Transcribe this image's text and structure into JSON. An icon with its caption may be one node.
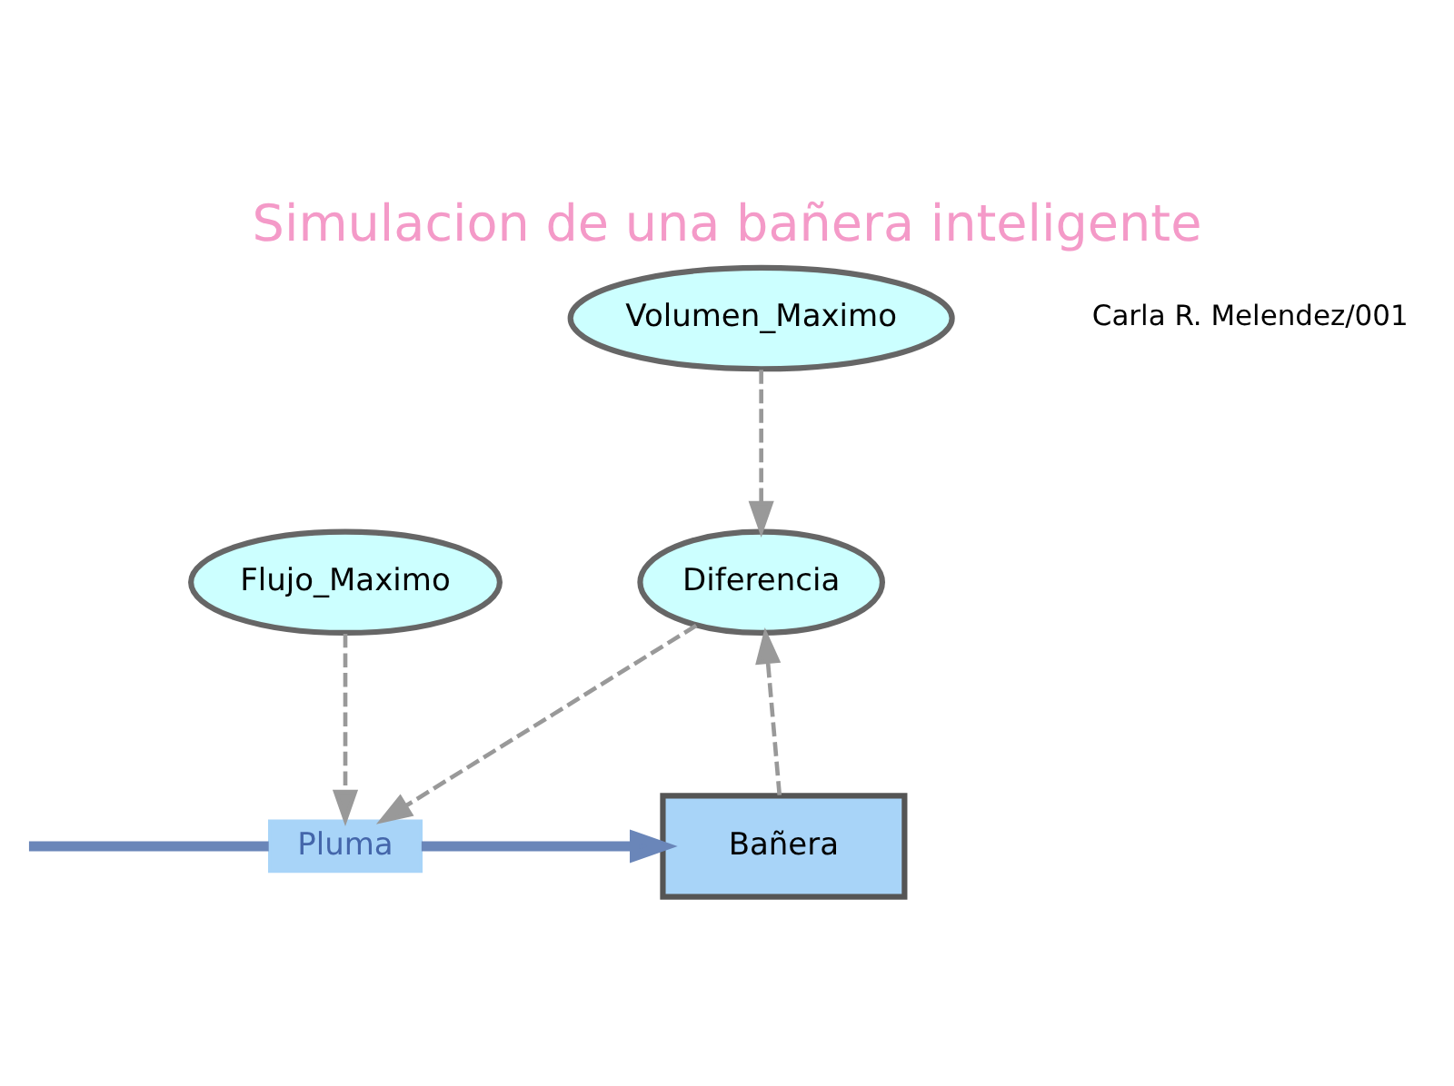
{
  "diagram": {
    "title": "Simulacion de una bañera inteligente",
    "nodes": [
      {
        "text": [
          "Volumen_Maximo"
        ]
      },
      {
        "text": [
          "Flujo_Maximo"
        ]
      },
      {
        "text": [
          "Diferencia"
        ]
      },
      {
        "text": [
          "Pluma"
        ]
      },
      {
        "text": [
          "Bañera"
        ]
      }
    ],
    "edges": [
      {
        "from": 0,
        "to": 2,
        "arrow": "to",
        "style": "dashed"
      },
      {
        "from": 1,
        "to": 3,
        "arrow": "to",
        "style": "dashed"
      },
      {
        "from": 2,
        "to": 3,
        "arrow": "to",
        "style": "dashed"
      },
      {
        "from": 4,
        "to": 2,
        "arrow": "to",
        "style": "dashed"
      },
      {
        "from": null,
        "to": 3,
        "arrow": "none",
        "style": "thick",
        "color": "#6a86b9"
      },
      {
        "from": 3,
        "to": 4,
        "arrow": "to",
        "style": "thick",
        "color": "#6a86b9"
      }
    ],
    "labels": [
      "Carla R. Melendez/001"
    ]
  }
}
